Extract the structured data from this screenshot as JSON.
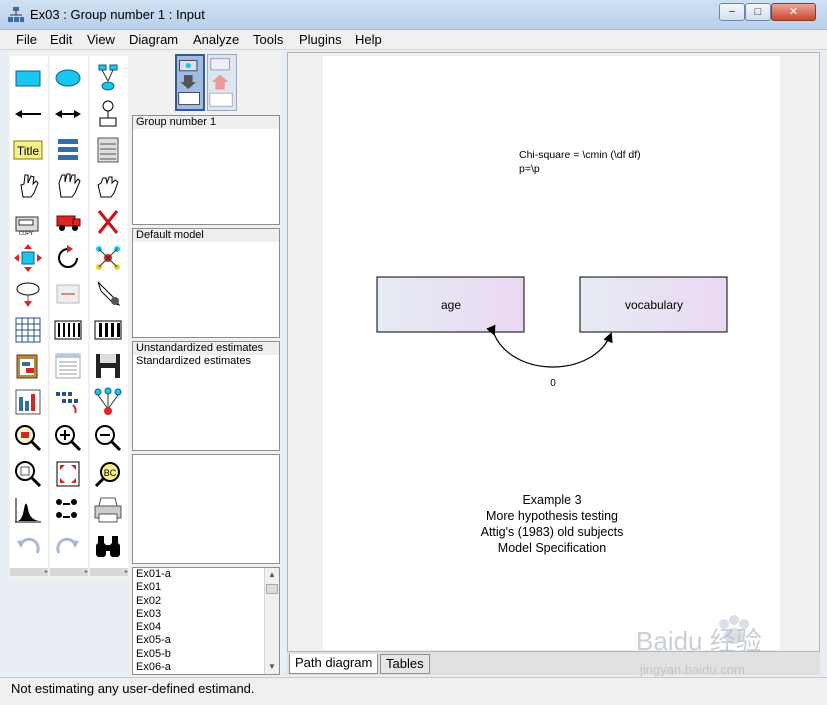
{
  "window": {
    "title": "Ex03 : Group number 1 : Input",
    "minimize_glyph": "−",
    "maximize_glyph": "□",
    "close_glyph": "✕"
  },
  "menu": [
    "File",
    "Edit",
    "View",
    "Diagram",
    "Analyze",
    "Tools",
    "Plugins",
    "Help"
  ],
  "panels": {
    "groups": [
      "Group number 1"
    ],
    "models": [
      "Default model"
    ],
    "estimates": [
      "Unstandardized estimates",
      "Standardized estimates"
    ],
    "files": [
      "Ex01-a",
      "Ex01",
      "Ex02",
      "Ex03",
      "Ex04",
      "Ex05-a",
      "Ex05-b",
      "Ex06-a"
    ]
  },
  "diagram": {
    "fit_text_line1": "Chi-square = \\cmin (\\df df)",
    "fit_text_line2": "p=\\p",
    "variables": [
      "age",
      "vocabulary"
    ],
    "covariance_label": "0",
    "caption": [
      "Example 3",
      "More hypothesis testing",
      "Attig's (1983) old subjects",
      "Model Specification"
    ],
    "box_fill_start": "#e6ecf3",
    "box_fill_end": "#ead8f3"
  },
  "tabs": {
    "active": "Path diagram",
    "inactive": "Tables"
  },
  "tool_icons": [
    "draw-observed-variable-icon",
    "draw-unobserved-variable-icon",
    "draw-indicator-icon",
    "draw-path-icon",
    "draw-covariance-icon",
    "draw-unique-variable-icon",
    "title-icon",
    "list-variables-in-model-icon",
    "list-variables-in-dataset-icon",
    "select-one-icon",
    "select-all-icon",
    "deselect-all-icon",
    "duplicate-icon",
    "move-icon",
    "erase-icon",
    "move-parameter-icon",
    "rotate-indicators-icon",
    "reflect-indicators-icon",
    "shape-change-icon",
    "touch-up-icon",
    "drag-properties-icon",
    "select-data-files-icon",
    "analysis-properties-icon",
    "calculate-estimates-icon",
    "copy-to-clipboard-icon",
    "view-text-icon",
    "save-diagram-icon",
    "object-properties-icon",
    "drag-properties-icon-2",
    "preserve-symmetries-icon",
    "zoom-in-area-icon",
    "zoom-in-icon",
    "zoom-out-icon",
    "zoom-page-icon",
    "resize-diagram-icon",
    "magnify-icon",
    "degrees-of-freedom-icon",
    "multiple-group-icon",
    "print-icon",
    "undo-icon",
    "redo-icon",
    "specification-search-icon"
  ],
  "status": "Not estimating any user-defined estimand.",
  "watermark": {
    "brand": "Baidu 经验",
    "url": "jingyan.baidu.com"
  }
}
